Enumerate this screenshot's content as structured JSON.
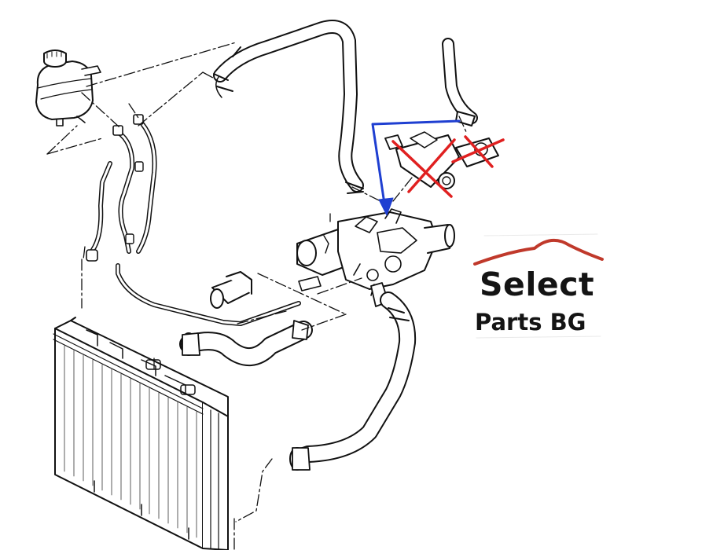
{
  "logo": {
    "title": "Select",
    "subtitle": "Parts BG",
    "arc_color": "#c0392b",
    "text_color": "#141414"
  },
  "annotations": {
    "arrow_color": "#1f3fd1",
    "cross_color": "#e02020",
    "crossed_out_parts": 2
  },
  "colors": {
    "line_art": "#111111",
    "background": "#ffffff"
  }
}
